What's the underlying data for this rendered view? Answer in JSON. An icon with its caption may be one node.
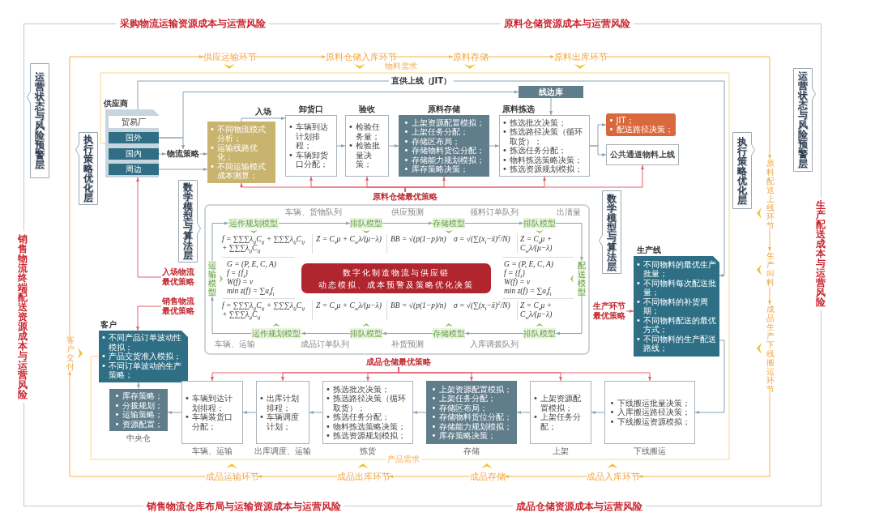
{
  "diagram": {
    "nodes": [
      {
        "text": [
          "供应运输环节"
        ]
      },
      {
        "text": [
          "原料仓储入库环节"
        ]
      },
      {
        "text": [
          "原料存储"
        ]
      },
      {
        "text": [
          "原料出库环节"
        ]
      },
      {
        "text": [
          "原料配送上线环节"
        ]
      },
      {
        "text": [
          "生产叫料"
        ]
      },
      {
        "text": [
          "成品生产下线搬运环节"
        ]
      },
      {
        "text": [
          "成品入库环节"
        ]
      },
      {
        "text": [
          "成品存储"
        ]
      },
      {
        "text": [
          "成品出库环节"
        ]
      },
      {
        "text": [
          "成品运输环节"
        ]
      },
      {
        "text": [
          "客户交付"
        ]
      },
      {
        "text": [
          "运营状态与风险预警层"
        ]
      },
      {
        "text": [
          "运营状态与风险预警层"
        ]
      },
      {
        "text": [
          "执行策略优化层"
        ]
      },
      {
        "text": [
          "执行策略优化层"
        ]
      },
      {
        "text": [
          "数学模型与算法层"
        ]
      },
      {
        "text": [
          "数学模型与算法层"
        ]
      },
      {
        "text": [],
        "shape": "box",
        "beside": [
          "供应商"
        ]
      },
      {
        "text": [
          "贸易厂"
        ],
        "in": 18
      },
      {
        "text": [
          "国外"
        ],
        "in": 18
      },
      {
        "text": [
          "国内"
        ],
        "in": 18
      },
      {
        "text": [
          "周边"
        ],
        "in": 18
      },
      {
        "text": [
          "物流策略"
        ]
      },
      {
        "text": [
          "• 不同物流模式分析；",
          "• 运输线路优化；",
          "• 不同运输模式成本测算；"
        ]
      },
      {
        "text": [
          "• 车辆到达计划排程；",
          "• 车辆卸货口分配；"
        ],
        "beside": [
          "卸货口"
        ]
      },
      {
        "text": [
          "• 检验任务量；",
          "• 检验批量决策；"
        ],
        "beside": [
          "验收"
        ]
      },
      {
        "text": [
          "• 上架资源配置模拟；",
          "• 上架任务分配；",
          "• 存储区布局；",
          "• 存储物料货位分配；",
          "• 存储能力规划模拟；",
          "• 库存策略决策；"
        ],
        "beside": [
          "原料存储"
        ]
      },
      {
        "text": [
          "线边库"
        ]
      },
      {
        "text": [
          "• 拣选批次决策；",
          "• 拣选路径决策（循环取货）；",
          "• 拣选任务分配；",
          "• 物料拣选策略决策；",
          "• 拣选资源规划模拟；"
        ],
        "beside": [
          "原料拣选"
        ]
      },
      {
        "text": [
          "• JIT；",
          "• 配送路径决策；"
        ]
      },
      {
        "text": [
          "公共通道物料上线"
        ]
      },
      {
        "text": [
          "原料仓储最优策略"
        ]
      },
      {
        "text": [
          "入场物流最优策略"
        ]
      },
      {
        "text": [
          "销售物流最优策略"
        ]
      },
      {
        "text": [
          "生产环节最优策略"
        ]
      },
      {
        "text": [
          "成品仓储最优策略"
        ]
      },
      {
        "text": [
          "• 不同物料的最优生产批量；",
          "• 不同物料每次配送批量；",
          "• 不同物料的补货周期；",
          "• 不同物料配送的最优方式；",
          "• 不同物料的生产配送路线；"
        ],
        "beside": [
          "生产线"
        ]
      },
      {
        "text": [
          "• 不同产品订单波动性模拟；",
          "• 产品交货准入模拟；",
          "• 不同订单波动的生产策略；"
        ],
        "beside": [
          "客户"
        ]
      },
      {
        "text": [
          "• 库存策略；",
          "• 分拨规划；",
          "• 运输策略；",
          "• 资源配置；"
        ],
        "beside": [
          "中央仓"
        ]
      },
      {
        "text": [
          "• 车辆到达计划排程；",
          "• 车辆装货口分配；"
        ],
        "beside": [
          "车辆、运输"
        ]
      },
      {
        "text": [
          "• 出库计划排程；",
          "• 车辆调度计划；"
        ],
        "beside": [
          "出库调度、运输"
        ]
      },
      {
        "text": [
          "• 拣选批次决策；",
          "• 拣选路径决策（循环取货）；",
          "• 拣选任务分配；",
          "• 物料拣选策略决策；",
          "• 拣选资源规划模拟；"
        ],
        "beside": [
          "拣货"
        ]
      },
      {
        "text": [
          "• 上架资源配置模拟；",
          "• 上架任务分配；",
          "• 存储区布局；",
          "• 存储物料货位分配；",
          "• 存储能力规划模拟；",
          "• 库存策略决策；"
        ],
        "beside": [
          "存储"
        ]
      },
      {
        "text": [
          "• 上架资源配置模拟；",
          "• 上架任务分配；"
        ],
        "beside": [
          "上架"
        ]
      },
      {
        "text": [
          "• 下线搬运批量决策；",
          "• 入库搬运路径决策；",
          "• 下线搬运资源模拟；"
        ],
        "beside": [
          "下线搬运"
        ]
      },
      {
        "text": [],
        "shape": "box"
      },
      {
        "text": [
          "数字化制造物流与供应链",
          "动态模拟、成本预警及策略优化决策"
        ],
        "in": 46
      },
      {
        "text": [
          "运作规划模型"
        ],
        "in": 46
      },
      {
        "text": [
          "排队模型"
        ],
        "in": 46
      },
      {
        "text": [
          "存储模型"
        ],
        "in": 46
      },
      {
        "text": [
          "排队模型"
        ],
        "in": 46
      },
      {
        "text": [
          "配送模型"
        ],
        "in": 46
      },
      {
        "text": [
          "排队模型"
        ],
        "in": 46
      },
      {
        "text": [
          "存储模型"
        ],
        "in": 46
      },
      {
        "text": [
          "排队模型"
        ],
        "in": 46
      },
      {
        "text": [
          "运作规划模型"
        ],
        "in": 46
      },
      {
        "text": [
          "运输模型"
        ],
        "in": 46
      }
    ],
    "edges": [
      {
        "from": 0,
        "to": 1,
        "arrow": "to",
        "color": "#f5b24a"
      },
      {
        "from": 1,
        "to": 2,
        "arrow": "to",
        "color": "#f5b24a"
      },
      {
        "from": 2,
        "to": 3,
        "arrow": "to",
        "color": "#f5b24a"
      },
      {
        "from": 3,
        "to": 4,
        "arrow": "to",
        "color": "#f5b24a"
      },
      {
        "from": 4,
        "to": 5,
        "arrow": "to",
        "color": "#f5b24a"
      },
      {
        "from": 5,
        "to": 6,
        "arrow": "to",
        "color": "#f5b24a"
      },
      {
        "from": 6,
        "to": 7,
        "arrow": "to",
        "color": "#f5b24a"
      },
      {
        "from": 7,
        "to": 8,
        "arrow": "to",
        "color": "#f5b24a"
      },
      {
        "from": 8,
        "to": 9,
        "arrow": "to",
        "color": "#f5b24a"
      },
      {
        "from": 9,
        "to": 10,
        "arrow": "to",
        "color": "#f5b24a"
      },
      {
        "from": 10,
        "to": 11,
        "arrow": "to",
        "color": "#f5b24a"
      },
      {
        "from": 11,
        "to": 0,
        "arrow": "to",
        "color": "#f5b24a"
      },
      {
        "from": 18,
        "to": 37,
        "arrow": "to",
        "label": "直供上线（JIT）"
      },
      {
        "from": 37,
        "to": 45,
        "arrow": "to"
      },
      {
        "from": 20,
        "to": 23,
        "arrow": "to"
      },
      {
        "from": 20,
        "to": 28,
        "arrow": "to"
      },
      {
        "from": 21,
        "to": 23,
        "arrow": "to"
      },
      {
        "from": 22,
        "to": 24,
        "arrow": "to"
      },
      {
        "from": 23,
        "to": 24,
        "arrow": "to"
      },
      {
        "from": 24,
        "to": 25,
        "arrow": "to",
        "label": "入场"
      },
      {
        "from": 25,
        "to": 26,
        "arrow": "to"
      },
      {
        "from": 26,
        "to": 27,
        "arrow": "to"
      },
      {
        "from": 27,
        "to": 29,
        "arrow": "to"
      },
      {
        "from": 28,
        "to": 29,
        "arrow": "to"
      },
      {
        "from": 29,
        "to": 30,
        "arrow": "to"
      },
      {
        "from": 29,
        "to": 31,
        "arrow": "to"
      },
      {
        "from": 32,
        "to": 24,
        "arrow": "to",
        "color": "#e0606c"
      },
      {
        "from": 32,
        "to": 25,
        "arrow": "to",
        "color": "#e0606c"
      },
      {
        "from": 32,
        "to": 26,
        "arrow": "to",
        "color": "#e0606c"
      },
      {
        "from": 32,
        "to": 27,
        "arrow": "to",
        "color": "#e0606c"
      },
      {
        "from": 32,
        "to": 29,
        "arrow": "to",
        "color": "#e0606c"
      },
      {
        "from": 32,
        "to": 31,
        "arrow": "to",
        "color": "#e0606c"
      },
      {
        "from": 33,
        "to": 18,
        "arrow": "to",
        "color": "#e0606c"
      },
      {
        "from": 34,
        "to": 38,
        "arrow": "to",
        "color": "#e0606c"
      },
      {
        "from": 35,
        "to": 37,
        "arrow": "to",
        "color": "#e0606c"
      },
      {
        "from": 36,
        "to": 40,
        "arrow": "to",
        "color": "#e0606c"
      },
      {
        "from": 36,
        "to": 41,
        "arrow": "to",
        "color": "#e0606c"
      },
      {
        "from": 36,
        "to": 42,
        "arrow": "to",
        "color": "#e0606c"
      },
      {
        "from": 36,
        "to": 43,
        "arrow": "to",
        "color": "#e0606c"
      },
      {
        "from": 36,
        "to": 44,
        "arrow": "to",
        "color": "#e0606c"
      },
      {
        "from": 36,
        "to": 45,
        "arrow": "to",
        "color": "#e0606c"
      },
      {
        "from": 45,
        "to": 44,
        "arrow": "to"
      },
      {
        "from": 44,
        "to": 43,
        "arrow": "to"
      },
      {
        "from": 43,
        "to": 42,
        "arrow": "to"
      },
      {
        "from": 42,
        "to": 41,
        "arrow": "to"
      },
      {
        "from": 41,
        "to": 40,
        "arrow": "to"
      },
      {
        "from": 40,
        "to": 39,
        "arrow": "to"
      },
      {
        "from": 39,
        "to": 38,
        "arrow": "to"
      },
      {
        "from": 38,
        "to": 18,
        "arrow": "none",
        "color": "#f7d98b",
        "label": "产品需求"
      },
      {
        "from": 57,
        "to": 48,
        "arrow": "to"
      },
      {
        "from": 48,
        "to": 49,
        "arrow": "to",
        "label": "车辆、货物队列"
      },
      {
        "from": 49,
        "to": 50,
        "arrow": "to",
        "label": "供应预测"
      },
      {
        "from": 50,
        "to": 51,
        "arrow": "to",
        "label": "领料订单队列"
      },
      {
        "from": 51,
        "to": 52,
        "arrow": "to",
        "label": "出清量"
      },
      {
        "from": 52,
        "to": 53,
        "arrow": "to"
      },
      {
        "from": 53,
        "to": 54,
        "arrow": "to",
        "label": "入库调拨队列"
      },
      {
        "from": 54,
        "to": 55,
        "arrow": "to",
        "label": "补货预测"
      },
      {
        "from": 55,
        "to": 56,
        "arrow": "to",
        "label": "成品订单队列"
      },
      {
        "from": 56,
        "to": 57,
        "arrow": "to",
        "label": "车辆、运输"
      }
    ],
    "labels": [
      "采购物流运输资源成本与运营风险",
      "原料仓储资源成本与运营风险",
      "物料需求",
      "销售物流终端配送资源成本与运营风险",
      "生产配送成本与运营风险",
      "f = ∑∑∑λ$_{ij}$C$_{ij}$ + ∑∑∑λ$_{ij}$C$_{ij}$ + ∑∑∑λ$_{ij}$C$_{ij}$",
      "Z = C$_{s}$μ + C$_{w}$λ/(μ−λ)",
      "BB = √(p(1−p)/n)",
      "σ = √(∑(x$_{i}$−x̄)$^{2}$/N)",
      "Z = C$_{s}$μ + C$_{w}$λ/(μ−λ)",
      "G = (P, E, C, A)",
      "f = {f$_{i}$}",
      "W(f) = v",
      "min z(f) = ∑a$_{i}$f$_{i}$",
      "G = (P, E, C, A)",
      "f = {f$_{i}$}",
      "W(f) = v",
      "min z(f) = ∑a$_{i}$f$_{i}$",
      "f = ∑∑∑λ$_{ij}$C$_{ij}$ + ∑∑∑λ$_{ij}$C$_{ij}$ + ∑∑∑λ$_{ij}$C$_{ij}$",
      "Z = C$_{s}$μ + C$_{w}$λ/(μ−λ)",
      "BB = √(p(1−p)/n)",
      "σ = √(∑(x$_{i}$−x̄)$^{2}$/N)",
      "Z = C$_{s}$μ + C$_{w}$λ/(μ−λ)",
      "销售物流仓库布局与运输资源成本与运营风险",
      "成品仓储资源成本与运营风险"
    ]
  }
}
